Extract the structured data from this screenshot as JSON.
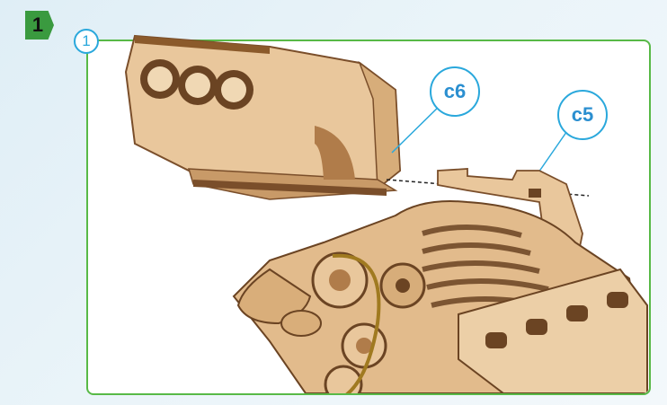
{
  "step": {
    "number": "1"
  },
  "substep": {
    "number": "1"
  },
  "callouts": {
    "c6": "c6",
    "c5": "c5"
  },
  "colors": {
    "step_green": "#3a9a3f",
    "panel_border": "#58b947",
    "callout_blue": "#2aa8dc",
    "wood_light": "#e8c9a0",
    "wood_dark": "#6b4423"
  }
}
